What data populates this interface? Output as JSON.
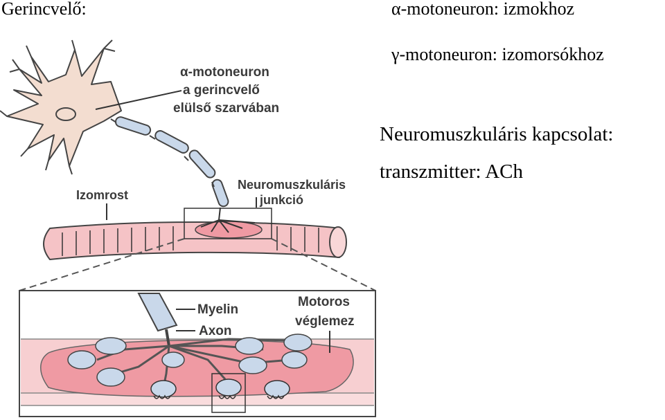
{
  "text": {
    "top_left": "Gerincvelő:",
    "alpha": "α-motoneuron: izmokhoz",
    "gamma": "γ-motoneuron: izomorsókhoz",
    "nmj_title": "Neuromuszkuláris kapcsolat:",
    "transmitter": "transzmitter: ACh"
  },
  "diagram": {
    "neuron_label_1": "α-motoneuron",
    "neuron_label_2": "a gerincvelő",
    "neuron_label_3": "elülső szarvában",
    "junction_label_1": "Neuromuszkuláris",
    "junction_label_2": "junkció",
    "fiber_label": "Izomrost",
    "myelin_label": "Myelin",
    "axon_label": "Axon",
    "endplate_label_1": "Motoros",
    "endplate_label_2": "véglemez"
  },
  "colors": {
    "cell_body": "#f3ddd0",
    "myelin": "#c9d8ea",
    "muscle": "#f6c6c8",
    "endplate": "#ef9aa3"
  }
}
